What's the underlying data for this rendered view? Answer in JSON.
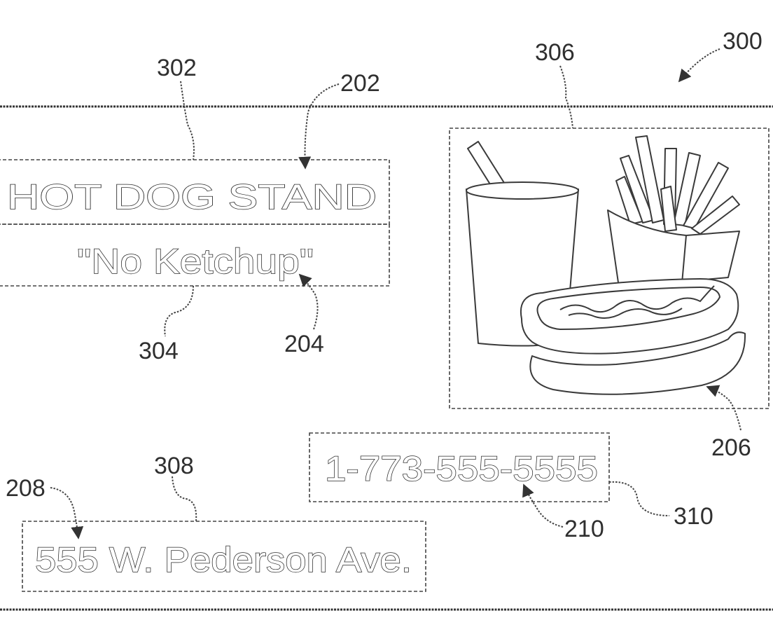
{
  "sign": {
    "title": "HOT DOG STAND",
    "slogan": "\"No Ketchup\"",
    "phone": "1-773-555-5555",
    "address": "555 W. Pederson Ave."
  },
  "refs": {
    "r300": "300",
    "r302": "302",
    "r202": "202",
    "r306": "306",
    "r204": "204",
    "r304": "304",
    "r206": "206",
    "r308": "308",
    "r208": "208",
    "r210": "210",
    "r310": "310"
  },
  "image_content": [
    "drink-cup",
    "french-fries",
    "hot-dog"
  ]
}
